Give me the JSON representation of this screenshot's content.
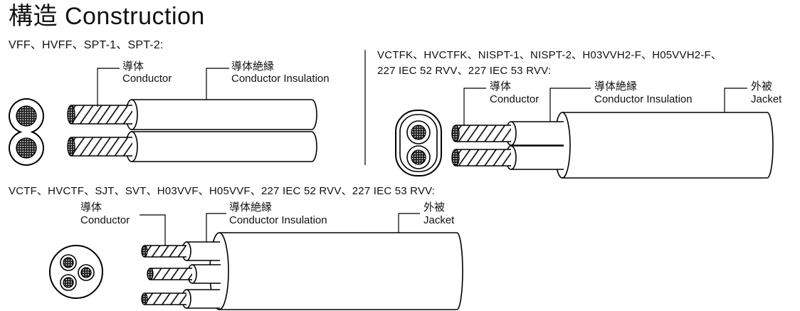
{
  "title": {
    "cjk": "構造",
    "en": "Construction"
  },
  "sections": [
    {
      "models": [
        "VFF、HVFF、SPT-1、SPT-2:"
      ],
      "labels": {
        "conductor": {
          "cjk": "導体",
          "en": "Conductor"
        },
        "insulation": {
          "cjk": "導体絶縁",
          "en": "Conductor Insulation"
        }
      }
    },
    {
      "models": [
        "VCTFK、HVCTFK、NISPT-1、NISPT-2、H03VVH2-F、H05VVH2-F、",
        "227 IEC 52 RVV、227 IEC 53 RVV:"
      ],
      "labels": {
        "conductor": {
          "cjk": "導体",
          "en": "Conductor"
        },
        "insulation": {
          "cjk": "導体絶縁",
          "en": "Conductor Insulation"
        },
        "jacket": {
          "cjk": "外被",
          "en": "Jacket"
        }
      }
    },
    {
      "models": [
        "VCTF、HVCTF、SJT、SVT、H03VVF、H05VVF、227 IEC 52 RVV、227 IEC 53 RVV:"
      ],
      "labels": {
        "conductor": {
          "cjk": "導体",
          "en": "Conductor"
        },
        "insulation": {
          "cjk": "導体絶縁",
          "en": "Conductor Insulation"
        },
        "jacket": {
          "cjk": "外被",
          "en": "Jacket"
        }
      }
    }
  ]
}
